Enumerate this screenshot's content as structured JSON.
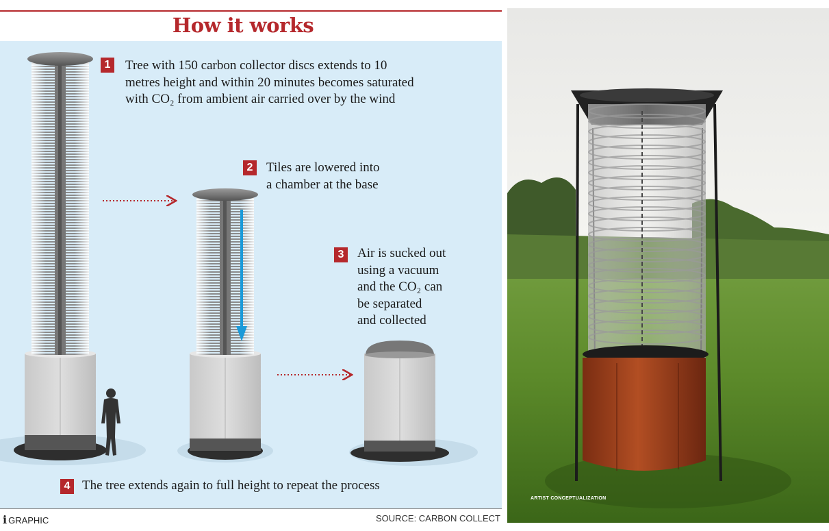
{
  "infographic": {
    "title": "How it works",
    "steps": [
      {
        "number": "1",
        "text": "Tree with 150 carbon collector discs extends to 10\nmetres height and within 20 minutes becomes  saturated\nwith CO₂ from ambient air carried over by the wind"
      },
      {
        "number": "2",
        "text": "Tiles are lowered into\na chamber at the base"
      },
      {
        "number": "3",
        "text": "Air is sucked out\nusing a vacuum\nand the CO₂ can\nbe separated\nand collected"
      },
      {
        "number": "4",
        "text": "The tree extends again to full height to repeat the process"
      }
    ],
    "footer": {
      "brand_mark": "i",
      "brand_label": "GRAPHIC",
      "source": "SOURCE: CARBON COLLECT"
    },
    "colors": {
      "accent": "#b5282c",
      "panel": "#d8ecf8",
      "arrow": "#1a9ad9"
    }
  },
  "photo": {
    "caption": "ARTIST CONCEPTUALIZATION"
  }
}
